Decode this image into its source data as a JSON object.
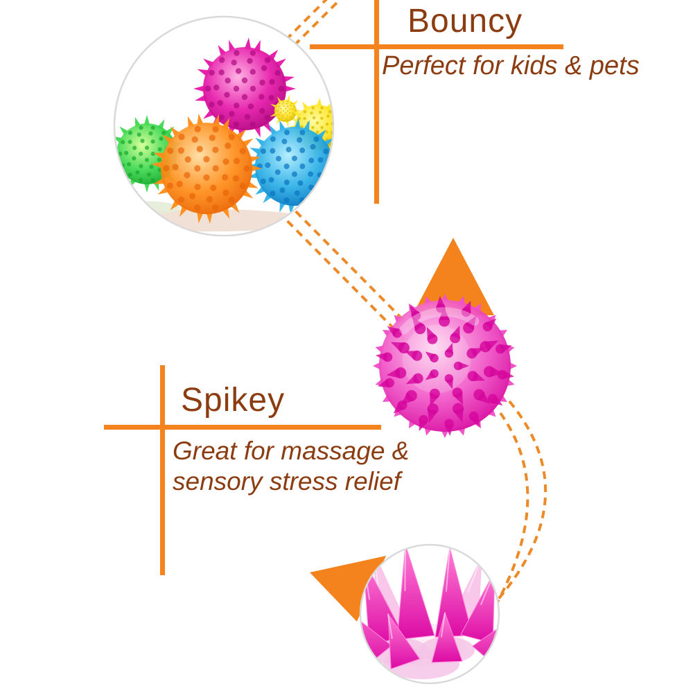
{
  "colors": {
    "accent_orange": "#F5831D",
    "dashed_connector_orange": "#ED8A28",
    "text_brown": "#8B3C10",
    "photo_circle_border": "#D9D9D9"
  },
  "callouts": {
    "bouncy": {
      "title": "Bouncy",
      "subtitle": "Perfect for kids & pets"
    },
    "spikey": {
      "title": "Spikey",
      "subtitle_line1": "Great for massage  &",
      "subtitle_line2": "sensory stress relief"
    }
  },
  "artwork": {
    "group_photo_balls": {
      "green": {
        "light": "#D9FF9B",
        "mid": "#3FD94F",
        "dark": "#17A82E"
      },
      "magenta": {
        "light": "#FFB4E4",
        "mid": "#E516A8",
        "dark": "#AE0A80"
      },
      "yellow": {
        "light": "#FFFCA8",
        "mid": "#FFE627",
        "dark": "#D9B900"
      },
      "blue": {
        "light": "#B6EFFF",
        "mid": "#2BAFE6",
        "dark": "#0A74BF"
      },
      "orange": {
        "light": "#FFDFA6",
        "mid": "#FF8C17",
        "dark": "#E86509"
      }
    },
    "closeup_ball": {
      "light": "#FFD7F0",
      "mid": "#F054C6",
      "dark": "#D6079E"
    },
    "spike_cone": {
      "light": "#FF86D8",
      "mid": "#EE3FBC",
      "dark": "#DC0AA4"
    }
  }
}
